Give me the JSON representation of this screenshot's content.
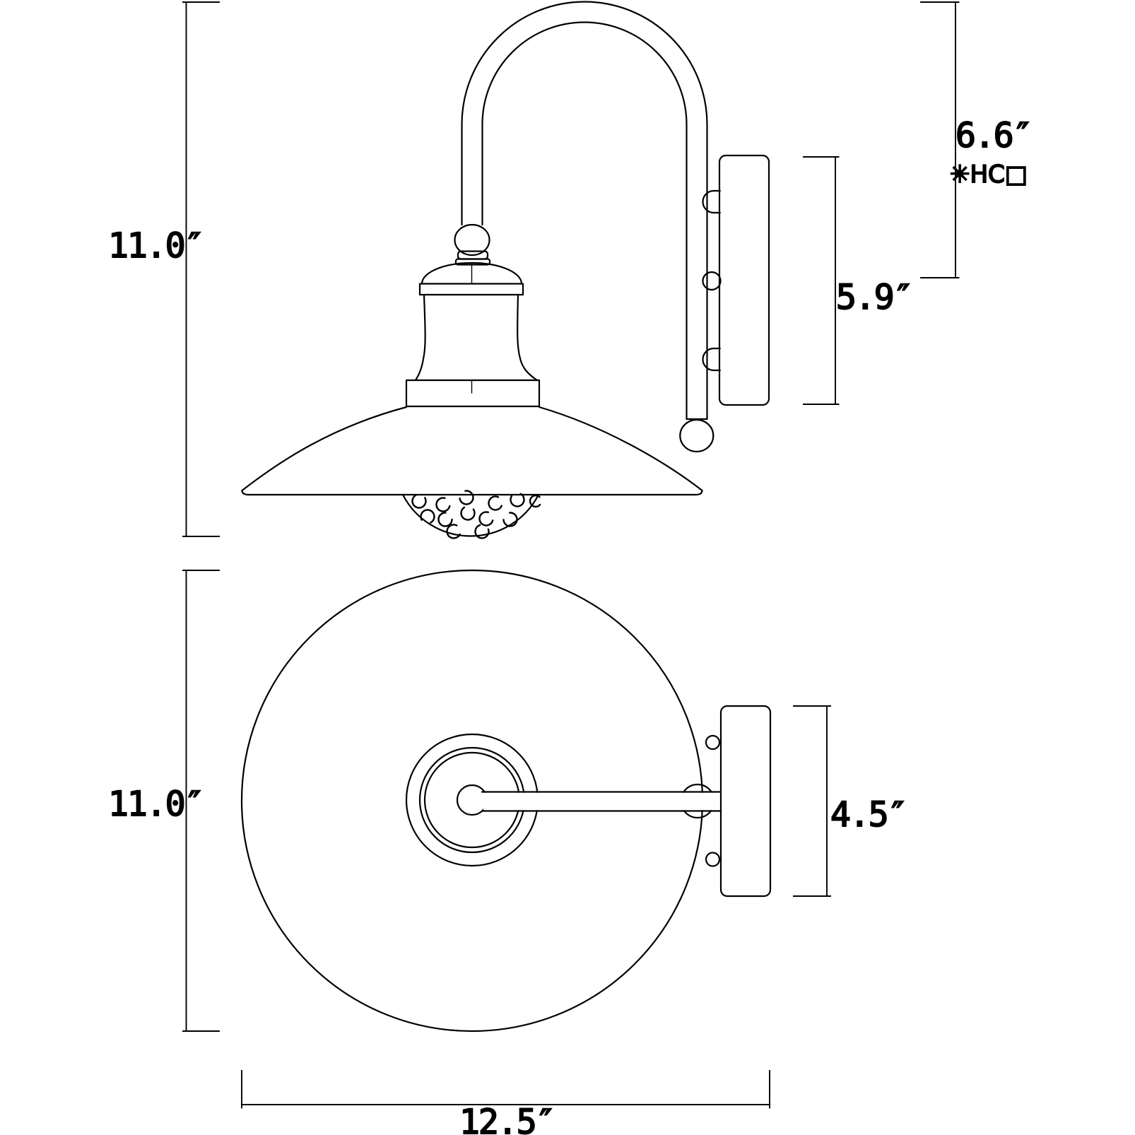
{
  "title": "Wall sconce dimensional line drawing, side elevation and bottom view",
  "colors": {
    "line": "#000000",
    "background": "#ffffff"
  },
  "dimensions": {
    "side_height": "11.0″",
    "height_to_center": "6.6″",
    "height_to_center_note": "✳HC□",
    "backplate_height": "5.9″",
    "plan_height": "11.0″",
    "backplate_width": "4.5″",
    "overall_width": "12.5″"
  }
}
